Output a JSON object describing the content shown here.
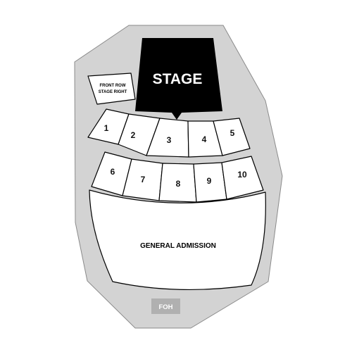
{
  "stage": {
    "label": "STAGE"
  },
  "front_row": {
    "line1": "FRONT ROW",
    "line2": "STAGE RIGHT"
  },
  "sections": {
    "s1": "1",
    "s2": "2",
    "s3": "3",
    "s4": "4",
    "s5": "5",
    "s6": "6",
    "s7": "7",
    "s8": "8",
    "s9": "9",
    "s10": "10"
  },
  "general_admission": {
    "label": "GENERAL ADMISSION"
  },
  "foh": {
    "label": "FOH"
  },
  "colors": {
    "venue_background": "#d3d3d3",
    "stage": "#000000",
    "section_fill": "#ffffff",
    "foh_box": "#b0b0b0"
  }
}
